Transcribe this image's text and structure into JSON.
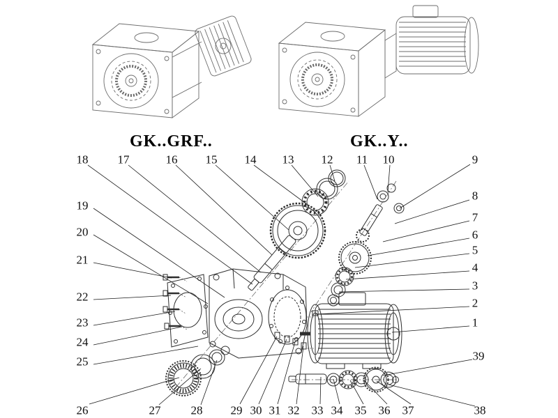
{
  "titles": {
    "left": "GK..GRF..",
    "right": "GK..Y.."
  },
  "callouts": [
    {
      "label": "18"
    },
    {
      "label": "17"
    },
    {
      "label": "16"
    },
    {
      "label": "15"
    },
    {
      "label": "14"
    },
    {
      "label": "13"
    },
    {
      "label": "12"
    },
    {
      "label": "11"
    },
    {
      "label": "10"
    },
    {
      "label": "9"
    },
    {
      "label": "8"
    },
    {
      "label": "7"
    },
    {
      "label": "6"
    },
    {
      "label": "5"
    },
    {
      "label": "4"
    },
    {
      "label": "3"
    },
    {
      "label": "2"
    },
    {
      "label": "1"
    },
    {
      "label": "39"
    },
    {
      "label": "38"
    },
    {
      "label": "19"
    },
    {
      "label": "20"
    },
    {
      "label": "21"
    },
    {
      "label": "22"
    },
    {
      "label": "23"
    },
    {
      "label": "24"
    },
    {
      "label": "25"
    },
    {
      "label": "26"
    },
    {
      "label": "27"
    },
    {
      "label": "28"
    },
    {
      "label": "29"
    },
    {
      "label": "30"
    },
    {
      "label": "31"
    },
    {
      "label": "32"
    },
    {
      "label": "33"
    },
    {
      "label": "34"
    },
    {
      "label": "35"
    },
    {
      "label": "36"
    },
    {
      "label": "37"
    }
  ],
  "colors": {
    "line_art": "#6b6b6b",
    "parts": "#2e2e2e",
    "leaders": "#1b1b1b",
    "text": "#101010"
  }
}
